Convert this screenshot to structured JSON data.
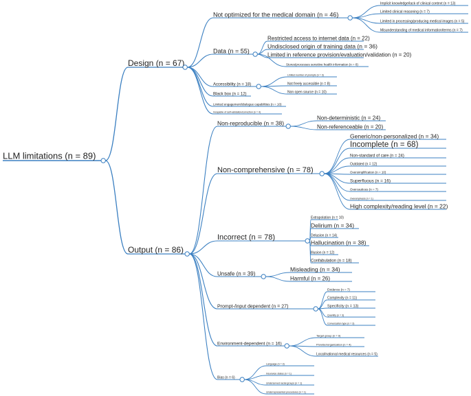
{
  "tree": {
    "label": "LLM limitations (n = 89)",
    "children": [
      {
        "label": "Design (n = 67)",
        "children": [
          {
            "label": "Not optimized for the medical domain (n = 46)",
            "children": [
              {
                "label": "Implicit knowledge/lack of clinical context (n = 13)"
              },
              {
                "label": "Limited clinical reasoning (n = 7)"
              },
              {
                "label": "Limited in processing/producing medical images (n = 5)"
              },
              {
                "label": "Misunderstanding of medical information/terms (n = 7)"
              }
            ]
          },
          {
            "label": "Data (n = 55)",
            "children": [
              {
                "label": "Restricted access to internet data (n = 22)"
              },
              {
                "label": "Undisclosed origin of training data (n = 36)"
              },
              {
                "label": "Limited in reference provision/evaluation/validation (n = 20)"
              },
              {
                "label": "Stores/processes sensitive health information (n = 8)"
              }
            ]
          },
          {
            "label": "Accessibility (n = 18)",
            "children": [
              {
                "label": "Limited number of prompts (n = 3)"
              },
              {
                "label": "Not freely accessible (n = 8)"
              },
              {
                "label": "Non open source (n = 10)"
              }
            ]
          },
          {
            "label": "Black box (n = 12)"
          },
          {
            "label": "Limited engagement/dialogue capabilities (n = 10)"
          },
          {
            "label": "Incapable of self-validation/correction (n = 4)"
          }
        ]
      },
      {
        "label": "Output (n = 86)",
        "children": [
          {
            "label": "Non-reproducible (n = 38)",
            "children": [
              {
                "label": "Non-deterministic (n = 24)"
              },
              {
                "label": "Non-referenceable (n = 20)"
              }
            ]
          },
          {
            "label": "Non-comprehensive (n = 78)",
            "children": [
              {
                "label": "Generic/non-personalized (n = 34)"
              },
              {
                "label": "Incomplete (n = 68)"
              },
              {
                "label": "Non-standard of care (n = 24)"
              },
              {
                "label": "Outdated (n = 12)"
              },
              {
                "label": "Oversimplification (n = 10)"
              },
              {
                "label": "Superfluous (n = 16)"
              },
              {
                "label": "Overcautious (n = 7)"
              },
              {
                "label": "Overemphasis (n = 1)"
              },
              {
                "label": "High complexity/reading level (n = 22)"
              }
            ]
          },
          {
            "label": "Incorrect (n = 78)",
            "children": [
              {
                "label": "Extrapolation (n = 10)"
              },
              {
                "label": "Delirium (n = 34)"
              },
              {
                "label": "Delusion (n = 14)"
              },
              {
                "label": "Hallucination (n = 38)"
              },
              {
                "label": "Illusion (n = 12)"
              },
              {
                "label": "Confabulation (n = 18)"
              }
            ]
          },
          {
            "label": "Unsafe (n = 39)",
            "children": [
              {
                "label": "Misleading (n = 34)"
              },
              {
                "label": "Harmful (n = 26)"
              }
            ]
          },
          {
            "label": "Prompt-/input dependent (n = 27)",
            "children": [
              {
                "label": "Evidence (n = 7)"
              },
              {
                "label": "Complexity (n = 11)"
              },
              {
                "label": "Specificity (n = 13)"
              },
              {
                "label": "Quantity (n = 3)"
              },
              {
                "label": "Conversation type (n = 3)"
              }
            ]
          },
          {
            "label": "Environment-dependent (n = 16)",
            "children": [
              {
                "label": "Target group (n = 9)"
              },
              {
                "label": "Provider/organization (n = 4)"
              },
              {
                "label": "Local/national medical resources (n = 5)"
              }
            ]
          },
          {
            "label": "Bias (n = 6)",
            "children": [
              {
                "label": "Language (n = 3)"
              },
              {
                "label": "Insurance status (n = 1)"
              },
              {
                "label": "Underserved racial groups (n = 1)"
              },
              {
                "label": "Underrepresented procedures (n = 1)"
              }
            ]
          }
        ]
      }
    ]
  },
  "colors": {
    "line": "#3a7fc1",
    "node_fill": "#ffffff",
    "text": "#222222"
  }
}
